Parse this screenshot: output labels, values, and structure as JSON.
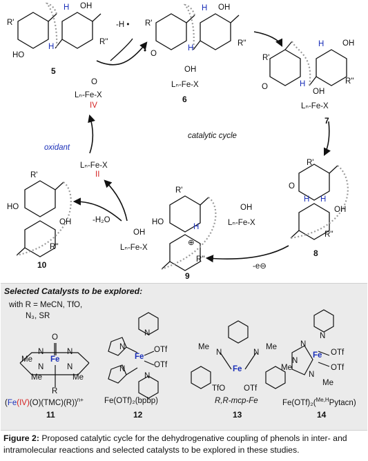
{
  "cycle": {
    "center_label": "catalytic cycle",
    "cmpd5": {
      "number": "5",
      "sub_r1": "R'",
      "sub_r2": "R''",
      "oh1": "HO",
      "oh2": "OH",
      "h1": "H",
      "h2": "H"
    },
    "step_h_loss": "-H •",
    "cmpd6": {
      "number": "6",
      "sub_r1": "R'",
      "sub_r2": "R''",
      "o": "O",
      "oh": "OH",
      "h1": "H",
      "h2": "H",
      "radical": "•",
      "fe_oh": "OH",
      "fe": "Lₙ-Fe-X"
    },
    "cmpd7": {
      "number": "7",
      "sub_r1": "R'",
      "sub_r2": "R''",
      "o": "O",
      "oh": "OH",
      "h1": "H",
      "h2": "H",
      "fe_oh": "OH",
      "fe": "Lₙ-Fe-X"
    },
    "cmpd8": {
      "number": "8",
      "sub_r1": "R'",
      "sub_r2": "R''",
      "o": "O",
      "oh": "OH",
      "h1": "H",
      "h2": "H"
    },
    "step_electron": "-e",
    "electron_symbol": "⊖",
    "cmpd9": {
      "number": "9",
      "sub_r1": "R'",
      "sub_r2": "R''",
      "ho": "HO",
      "h": "H",
      "plus": "⊕",
      "fe_oh": "OH",
      "fe": "Lₙ-Fe-X"
    },
    "step_water": "-H₂O",
    "cmpd10": {
      "number": "10",
      "sub_r1": "R'",
      "sub_r2": "R''",
      "ho": "HO",
      "oh": "OH"
    },
    "fe2": {
      "formula": "Lₙ-Fe-X",
      "ox": "II"
    },
    "oxidant": "oxidant",
    "fe4": {
      "o": "O",
      "formula": "Lₙ-Fe-X",
      "ox": "IV"
    }
  },
  "catalysts": {
    "heading": "Selected Catalysts to be explored:",
    "r_note_line1": "with R = MeCN, TfO,",
    "r_note_line2": "N₃, SR",
    "c11": {
      "number": "11",
      "label_pre": "(",
      "fe": "Fe",
      "ox": "(IV)",
      "label_post": "(O)(TMC)(R))",
      "charge": "n+",
      "atoms": {
        "o": "O",
        "fe": "Fe",
        "n": "N",
        "me": "Me",
        "r": "R"
      }
    },
    "c12": {
      "number": "12",
      "label": "Fe(OTf)₂(bpbp)",
      "atoms": {
        "fe": "Fe",
        "n": "N",
        "otf": "OTf"
      }
    },
    "c13": {
      "number": "13",
      "label": "R,R-mcp-Fe",
      "atoms": {
        "fe": "Fe",
        "n": "N",
        "me": "Me",
        "tfo": "TfO",
        "otf": "OTf"
      }
    },
    "c14": {
      "number": "14",
      "label": "Fe(OTf)₂(",
      "label_sup": "Me,H",
      "label_post": "Pytacn)",
      "atoms": {
        "fe": "Fe",
        "n": "N",
        "me": "Me",
        "otf": "OTf"
      }
    }
  },
  "caption": {
    "bold": "Figure 2:",
    "text": " Proposed catalytic cycle for the dehydrogenative coupling of phenols in inter- and intramolecular reactions and selected catalysts to be explored in these studies."
  },
  "colors": {
    "fe_blue": "#1a2fb8",
    "ox_red": "#d42020",
    "panel_bg": "#ebebeb",
    "dotted": "#9a9a9a"
  }
}
